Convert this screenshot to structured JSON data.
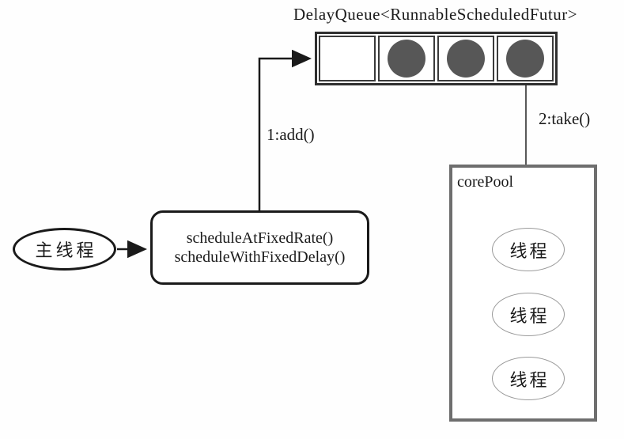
{
  "title": "DelayQueue<RunnableScheduledFutur>",
  "queue": {
    "cells": [
      {
        "filled": false
      },
      {
        "filled": true
      },
      {
        "filled": true
      },
      {
        "filled": true
      }
    ]
  },
  "arrows": {
    "add_label": "1:add()",
    "take_label": "2:take()"
  },
  "main_thread": {
    "label": "主线程"
  },
  "scheduler_box": {
    "line1": "scheduleAtFixedRate()",
    "line2": "scheduleWithFixedDelay()"
  },
  "core_pool": {
    "label": "corePool",
    "threads": [
      {
        "label": "线程"
      },
      {
        "label": "线程"
      },
      {
        "label": "线程"
      }
    ]
  },
  "colors": {
    "line": "#1a1a1a",
    "queue_border": "#2f2f2f",
    "cell_border": "#3a3a3a",
    "circle_fill": "#575757",
    "corepool_border": "#6e6e6e",
    "thread_border": "#9a9a9a",
    "text": "#1b1b1b",
    "bg": "#fefefe"
  }
}
